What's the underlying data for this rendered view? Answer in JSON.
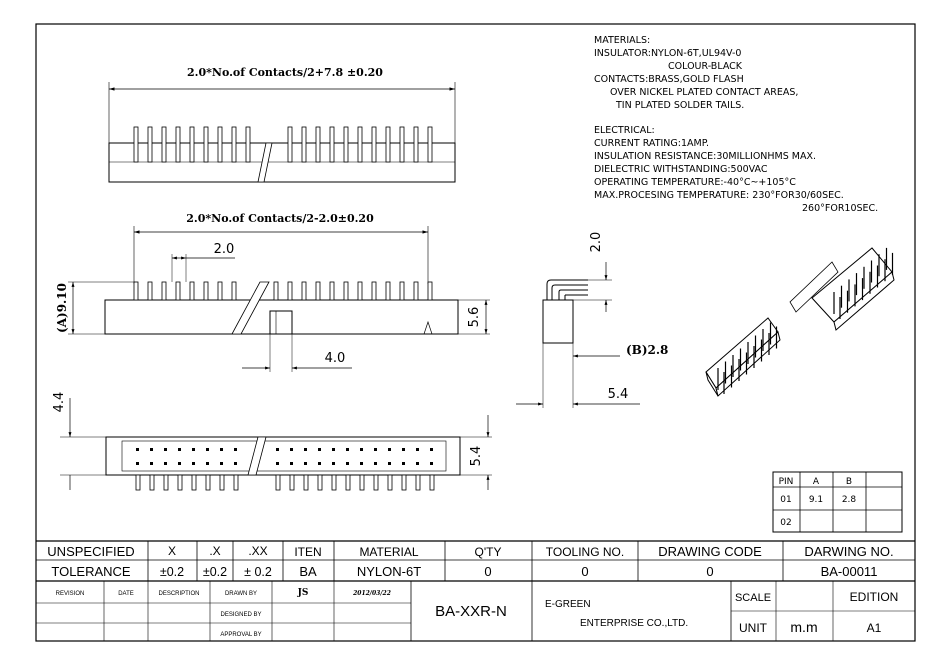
{
  "materials": {
    "title": "MATERIALS:",
    "lines": [
      "INSULATOR:NYLON-6T,UL94V-0",
      "COLOUR-BLACK",
      "CONTACTS:BRASS,GOLD FLASH",
      "OVER NICKEL PLATED CONTACT AREAS,",
      "TIN PLATED SOLDER TAILS."
    ]
  },
  "electrical": {
    "title": "ELECTRICAL:",
    "lines": [
      "CURRENT RATING:1AMP.",
      "INSULATION RESISTANCE:30MILLIONHMS MAX.",
      "DIELECTRIC WITHSTANDING:500VAC",
      "OPERATING TEMPERATURE:-40°C~+105°C",
      "MAX.PROCESING TEMPERATURE: 230°FOR30/60SEC.",
      "260°FOR10SEC."
    ]
  },
  "dims": {
    "top_overall": "2.0*No.of Contacts/2+7.8 ±0.20",
    "front_overall": "2.0*No.of Contacts/2-2.0±0.20",
    "pitch": "2.0",
    "height_a": "(A)9.10",
    "body_h": "5.6",
    "peg_w": "4.0",
    "bottom_l": "4.4",
    "bottom_h": "5.4",
    "side_top": "2.0",
    "side_b": "(B)2.8",
    "side_w": "5.4"
  },
  "pin_table": {
    "headers": [
      "PIN",
      "A",
      "B"
    ],
    "rows": [
      [
        "01",
        "9.1",
        "2.8"
      ],
      [
        "02",
        "",
        ""
      ]
    ]
  },
  "title_block": {
    "unspecified": "UNSPECIFIED",
    "tolerance": "TOLERANCE",
    "x_head": "X",
    "dx_head": ".X",
    "dxx_head": ".XX",
    "x_val": "±0.2",
    "dx_val": "±0.2",
    "dxx_val": "± 0.2",
    "iten_head": "ITEN",
    "iten_val": "BA",
    "material_head": "MATERIAL",
    "material_val": "NYLON-6T",
    "qty_head": "Q'TY",
    "qty_val": "0",
    "tooling_head": "TOOLING NO.",
    "tooling_val": "0",
    "drawing_head": "DRAWING CODE",
    "drawing_val": "0",
    "darwing_head": "DARWING NO.",
    "darwing_val": "BA-00011",
    "revision": "REVISION",
    "date": "DATE",
    "description": "DESCRIPTION",
    "drawn_by": "DRAWN BY",
    "drawn_sig": "JS",
    "drawn_date": "2012/03/22",
    "designed_by": "DESIGNED BY",
    "approval_by": "APPROVAL BY",
    "part_no": "BA-XXR-N",
    "company_1": "E-GREEN",
    "company_2": "ENTERPRISE CO.,LTD.",
    "scale": "SCALE",
    "edition": "EDITION",
    "unit": "UNIT",
    "unit_val": "m.m",
    "edition_val": "A1"
  }
}
